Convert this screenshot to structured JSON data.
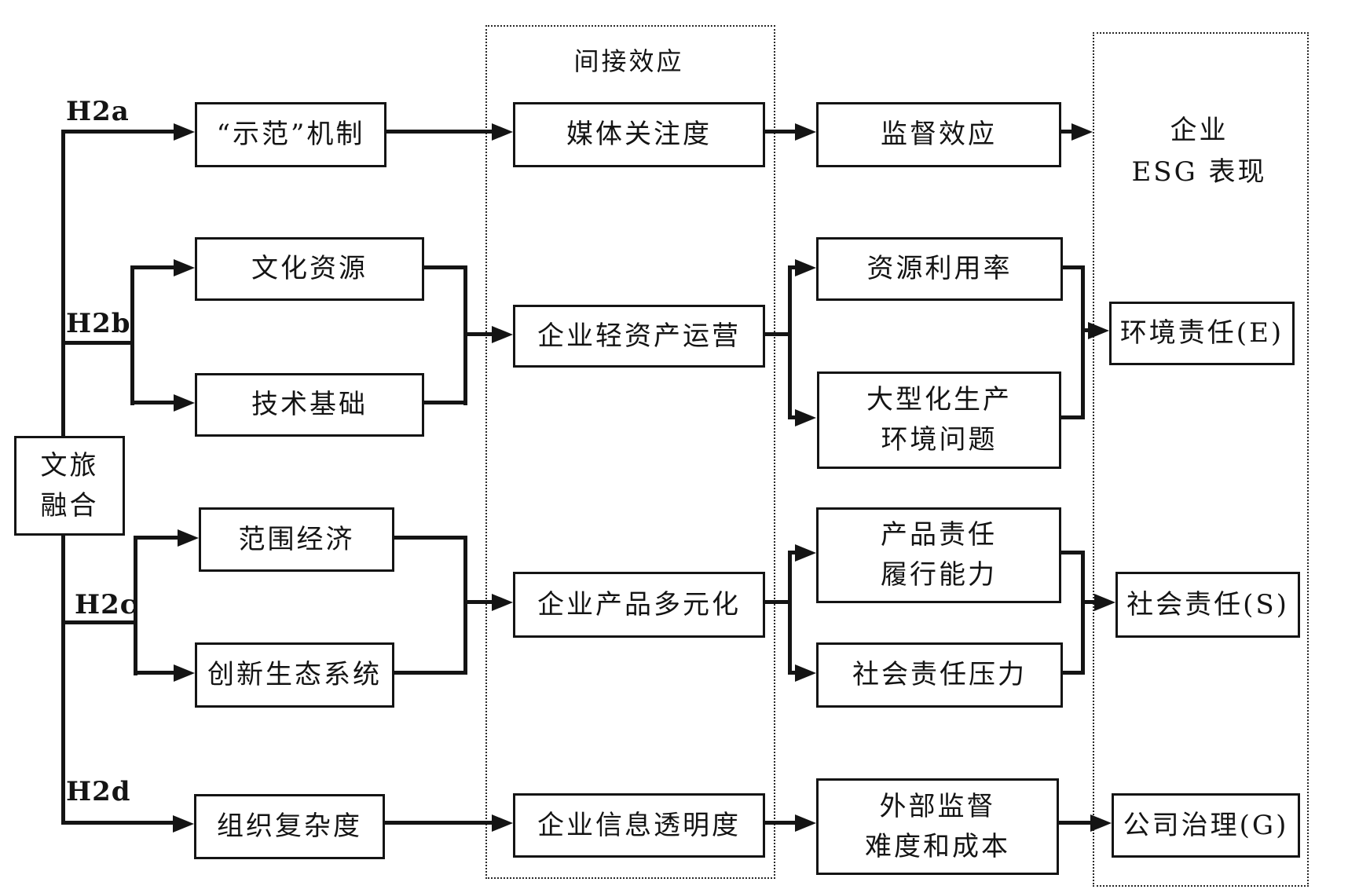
{
  "source_box": {
    "line1": "文旅",
    "line2": "融合"
  },
  "hypothesis_labels": {
    "h2a": "H2a",
    "h2b": "H2b",
    "h2c": "H2c",
    "h2d": "H2d"
  },
  "mediator_container": {
    "title": "间接效应"
  },
  "outcome_container": {
    "title_line1": "企业",
    "title_line2": "ESG 表现"
  },
  "antecedent_boxes": {
    "demonstration": "“示范”机制",
    "cultural_resources": "文化资源",
    "technical_foundation": "技术基础",
    "economies_of_scope": "范围经济",
    "innovation_ecosystem": "创新生态系统",
    "organizational_complexity": "组织复杂度"
  },
  "mediator_boxes": {
    "media_attention": "媒体关注度",
    "light_asset_operation": "企业轻资产运营",
    "product_diversification": "企业产品多元化",
    "information_transparency": "企业信息透明度"
  },
  "mechanism_boxes": {
    "supervision_effect": "监督效应",
    "resource_utilization": "资源利用率",
    "large_scale_production_line1": "大型化生产",
    "large_scale_production_line2": "环境问题",
    "product_responsibility_line1": "产品责任",
    "product_responsibility_line2": "履行能力",
    "social_responsibility_pressure": "社会责任压力",
    "external_supervision_line1": "外部监督",
    "external_supervision_line2": "难度和成本"
  },
  "outcome_boxes": {
    "environmental": "环境责任(E)",
    "social": "社会责任(S)",
    "governance": "公司治理(G)"
  }
}
